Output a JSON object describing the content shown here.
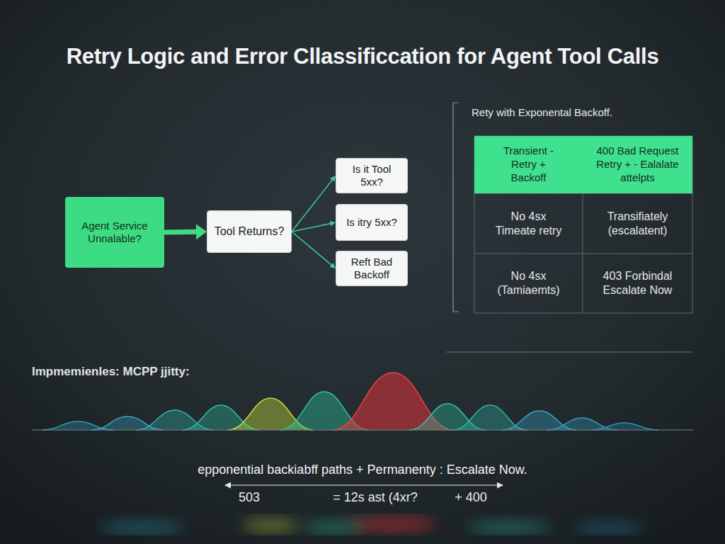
{
  "diagram": {
    "title": "Retry Logic and Error Cllassificcation for Agent Tool Calls",
    "nodes": [
      {
        "text": [
          "Agent Service Unnalable?"
        ]
      },
      {
        "text": [
          "Tool Returns?"
        ]
      },
      {
        "text": [
          "Is it Tool 5xx?"
        ]
      },
      {
        "text": [
          "Is itry 5xx?"
        ]
      },
      {
        "text": [
          "Reft Bad Backoff"
        ]
      }
    ],
    "edges": [
      {
        "from": 0,
        "to": 1,
        "arrow": "to"
      },
      {
        "from": 1,
        "to": 2,
        "arrow": "to"
      },
      {
        "from": 1,
        "to": 3,
        "arrow": "to"
      },
      {
        "from": 1,
        "to": 4,
        "arrow": "to"
      }
    ],
    "labels": [
      "Rety with Exponental Backoff.",
      "Transient - Retry + Backoff",
      "400 Bad Request Retry + - Ealalate attelpts",
      "No 4sx Timeate retry",
      "Transifiately (escalatent)",
      "No 4sx (Tamiaemts)",
      "403 Forbindal Escalate Now",
      "Impmemienles: MCPP jjitty:",
      "epponential backiabff paths + Permanenty : Escalate Now.",
      "503",
      "= 12s ast (4xr?",
      "+ 400"
    ]
  }
}
